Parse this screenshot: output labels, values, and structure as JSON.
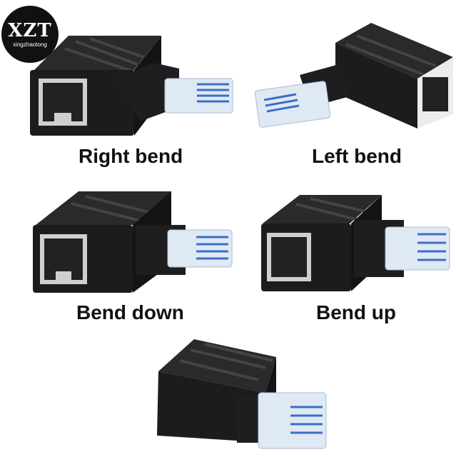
{
  "logo": {
    "brand": "XZT",
    "subtitle": "xingzhaotong"
  },
  "products": [
    {
      "label": "Right bend",
      "icon": "rj45-right-bend-adapter-icon"
    },
    {
      "label": "Left bend",
      "icon": "rj45-left-bend-adapter-icon"
    },
    {
      "label": "Bend down",
      "icon": "rj45-bend-down-adapter-icon"
    },
    {
      "label": "Bend up",
      "icon": "rj45-bend-up-adapter-icon"
    },
    {
      "label": "",
      "icon": "rj45-straight-adapter-icon"
    }
  ],
  "colors": {
    "housing": "#1c1c1e",
    "housing_light": "#3a3a3d",
    "metal": "#cfcfcf",
    "plug_clear": "#dfe9f3",
    "contacts": "#3b6ec9"
  }
}
